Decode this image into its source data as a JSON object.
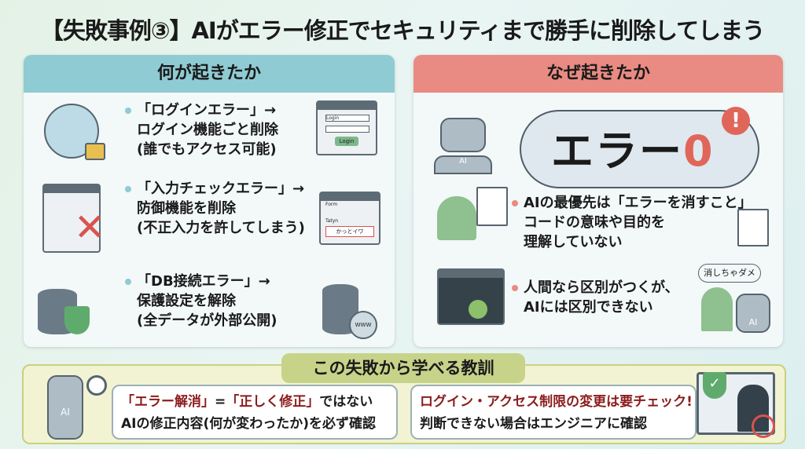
{
  "title": "【失敗事例③】AIがエラー修正でセキュリティまで勝手に削除してしまう",
  "left": {
    "header": "何が起きたか",
    "items": [
      {
        "lines": [
          "「ログインエラー」→",
          "ログイン機能ごと削除",
          "(誰でもアクセス可能)"
        ],
        "icon": "locked-user-icon",
        "illust": {
          "name": "login-form-icon",
          "field": "Login",
          "button": "Login"
        }
      },
      {
        "lines": [
          "「入力チェックエラー」→",
          "防御機能を削除",
          "(不正入力を許してしまう)"
        ],
        "icon": "checklist-x-icon",
        "illust": {
          "name": "form-window-icon",
          "field": "Form",
          "label": "Tatyn",
          "value": "かっとイワ"
        }
      },
      {
        "lines": [
          "「DB接続エラー」→",
          "保護設定を解除",
          "(全データが外部公開)"
        ],
        "icon": "database-robot-arm-icon",
        "illust": {
          "name": "database-www-icon",
          "label": "WWW"
        }
      }
    ]
  },
  "right": {
    "header": "なぜ起きたか",
    "bubble": {
      "text": "エラー",
      "zero": "0",
      "robot_label": "AI"
    },
    "items": [
      {
        "lines": [
          "AIの最優先は「エラーを消すこと」",
          "コードの意味や目的を",
          "理解していない"
        ]
      },
      {
        "lines": [
          "人間なら区別がつくが、",
          "AIには区別できない"
        ],
        "speech": "消しちゃダメ",
        "robot_label": "AI"
      }
    ]
  },
  "lesson": {
    "header": "この失敗から学べる教訓",
    "robot_label": "AI",
    "card1": {
      "q1": "「エラー解消」",
      "eq": "=",
      "q2": "「正しく修正」",
      "rest": "ではない",
      "line2": "AIの修正内容(何が変わったか)を必ず確認"
    },
    "card2": {
      "line1": "ログイン・アクセス制限の変更は要チェック!",
      "line2": "判断できない場合はエンジニアに確認"
    }
  },
  "colors": {
    "left_header": "#8fcbd3",
    "right_header": "#e98b82",
    "accent_red": "#e0665a",
    "lesson_bg": "#f1f3d3"
  }
}
